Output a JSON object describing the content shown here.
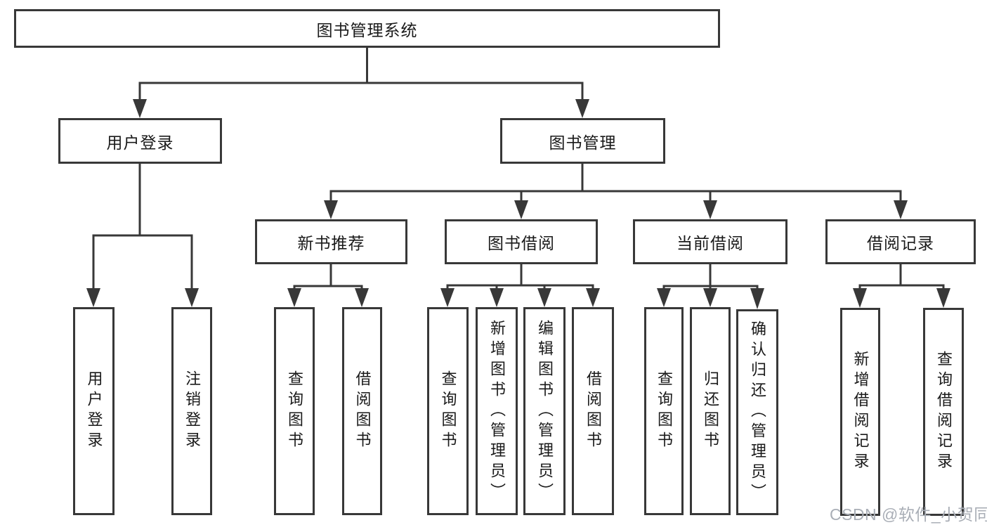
{
  "diagram": {
    "type": "hierarchy-tree",
    "watermark": "CSDN @软件_小贺同学",
    "colors": {
      "line": "#383838",
      "box_border": "#383838",
      "box_fill": "#ffffff",
      "text": "#1a1a1a",
      "watermark": "#a9aeb6",
      "background": "#ffffff"
    },
    "root": {
      "label": "图书管理系统",
      "children": [
        {
          "label": "用户登录",
          "children": [
            {
              "label": "用户登录"
            },
            {
              "label": "注销登录"
            }
          ]
        },
        {
          "label": "图书管理",
          "children": [
            {
              "label": "新书推荐",
              "children": [
                {
                  "label": "查询图书"
                },
                {
                  "label": "借阅图书"
                }
              ]
            },
            {
              "label": "图书借阅",
              "children": [
                {
                  "label": "查询图书"
                },
                {
                  "label": "新增图书（管理员）"
                },
                {
                  "label": "编辑图书（管理员）"
                },
                {
                  "label": "借阅图书"
                }
              ]
            },
            {
              "label": "当前借阅",
              "children": [
                {
                  "label": "查询图书"
                },
                {
                  "label": "归还图书"
                },
                {
                  "label": "确认归还（管理员）"
                }
              ]
            },
            {
              "label": "借阅记录",
              "children": [
                {
                  "label": "新增借阅记录"
                },
                {
                  "label": "查询借阅记录"
                }
              ]
            }
          ]
        }
      ]
    }
  }
}
